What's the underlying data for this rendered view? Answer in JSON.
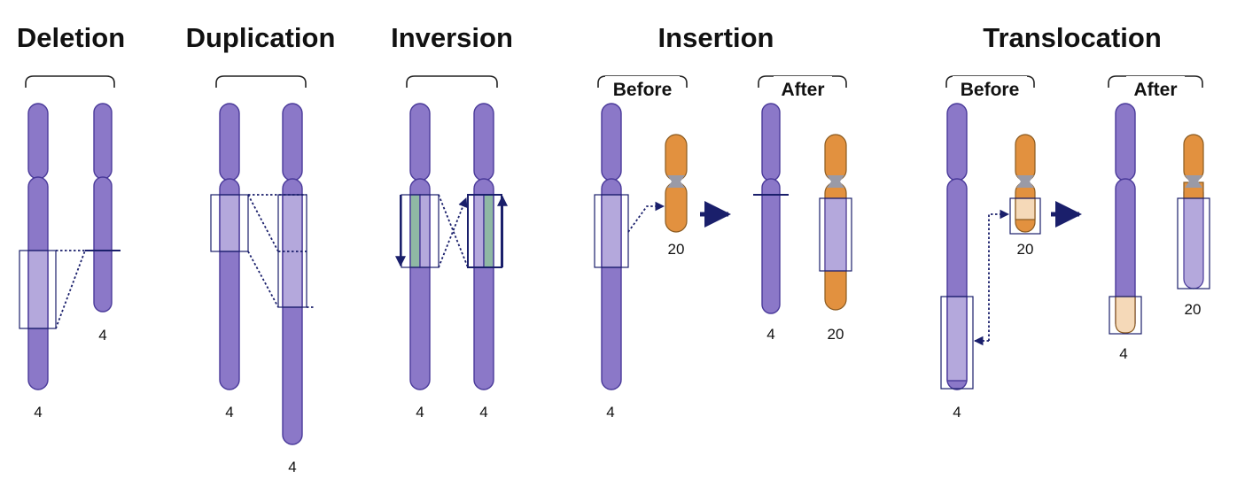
{
  "sections": {
    "deletion": {
      "title": "Deletion",
      "labels": [
        "4",
        "4"
      ]
    },
    "duplication": {
      "title": "Duplication",
      "labels": [
        "4",
        "4"
      ]
    },
    "inversion": {
      "title": "Inversion",
      "labels": [
        "4",
        "4"
      ]
    },
    "insertion": {
      "title": "Insertion",
      "before_label": "Before",
      "after_label": "After",
      "labels": [
        "4",
        "20",
        "4",
        "20"
      ]
    },
    "translocation": {
      "title": "Translocation",
      "before_label": "Before",
      "after_label": "After",
      "labels": [
        "20",
        "4",
        "4",
        "20"
      ]
    }
  },
  "colors": {
    "chromosome_4": "#8b78c8",
    "chromosome_4_highlight": "#b4a8dc",
    "chromosome_20": "#e2913f",
    "chromosome_20_highlight": "#f5d9b8",
    "centromere_20": "#9a9aa6",
    "inverted_segment": "#8fb8a4",
    "line": "#1a1f6b"
  }
}
